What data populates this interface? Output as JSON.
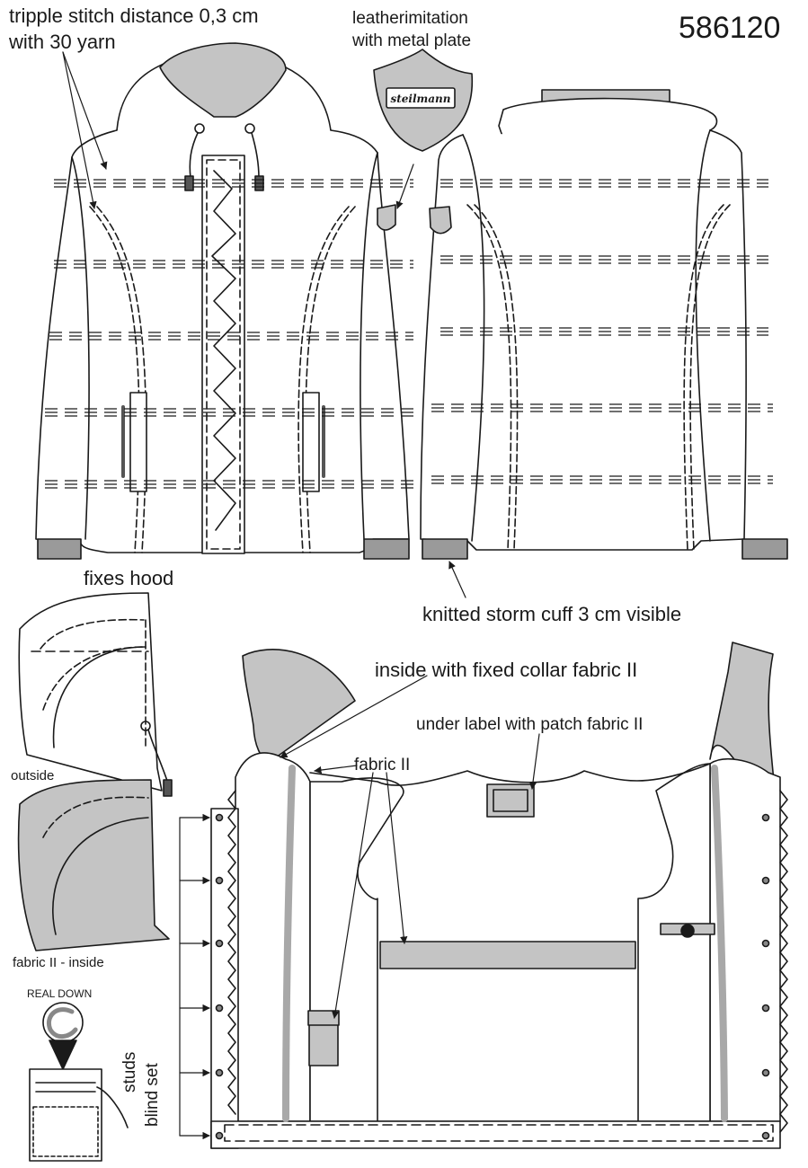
{
  "article_number": "586120",
  "callouts": {
    "stitch_line1": "tripple stitch distance 0,3 cm",
    "stitch_line2": "with 30 yarn",
    "leather_line1": "leatherimitation",
    "leather_line2": "with metal plate",
    "cuff": "knitted storm cuff 3 cm visible",
    "fixes_hood": "fixes hood",
    "collar": "inside with fixed collar fabric II",
    "under_label": "under label with patch fabric II",
    "fabric2": "fabric II",
    "outside": "outside",
    "fabric2_inside": "fabric II - inside",
    "real_down": "REAL  DOWN",
    "studs_line1": "studs",
    "studs_line2": "blind set"
  },
  "brand_plate_text": "steilmann",
  "colors": {
    "line": "#1a1a1a",
    "fabric_ii": "#c4c4c4",
    "cuff": "#9a9a9a",
    "trim": "#555555"
  }
}
